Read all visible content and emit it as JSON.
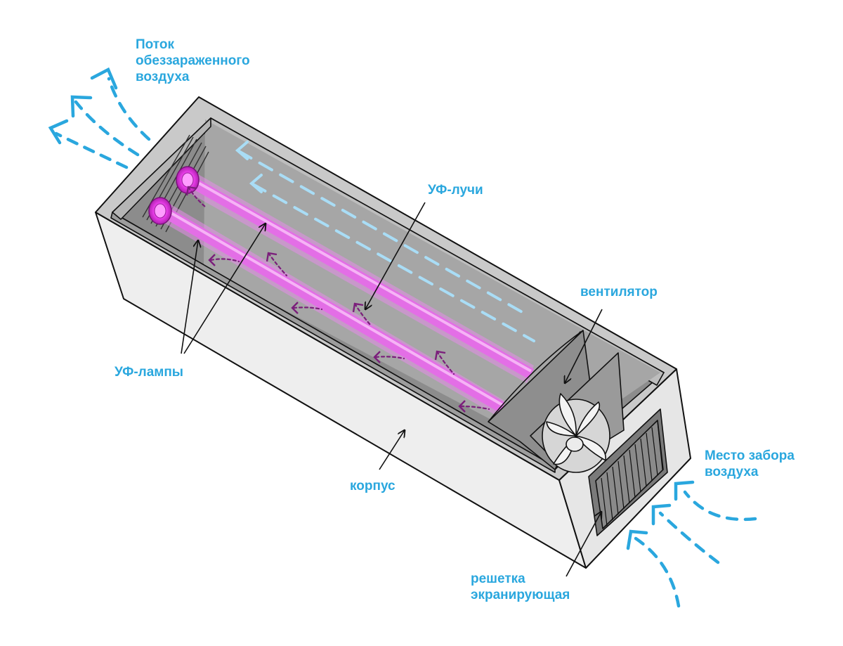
{
  "labels": {
    "clean_air_flow": [
      "Поток",
      "обеззараженного",
      "воздуха"
    ],
    "uv_rays": "УФ-лучи",
    "fan": "вентилятор",
    "uv_lamps": "УФ-лампы",
    "housing": "корпус",
    "air_intake": [
      "Место забора",
      "воздуха"
    ],
    "screen_grille": [
      "решетка",
      "экранирующая"
    ]
  },
  "colors": {
    "label": "#2aa7de",
    "air_arrow": "#2aa7de",
    "inner_airflow": "#a9ddf6",
    "uv_tube": "#e48ce8",
    "uv_glow": "#a020b0",
    "housing": "#ececec",
    "interior": "#9a9a9a",
    "outline": "#111111"
  }
}
